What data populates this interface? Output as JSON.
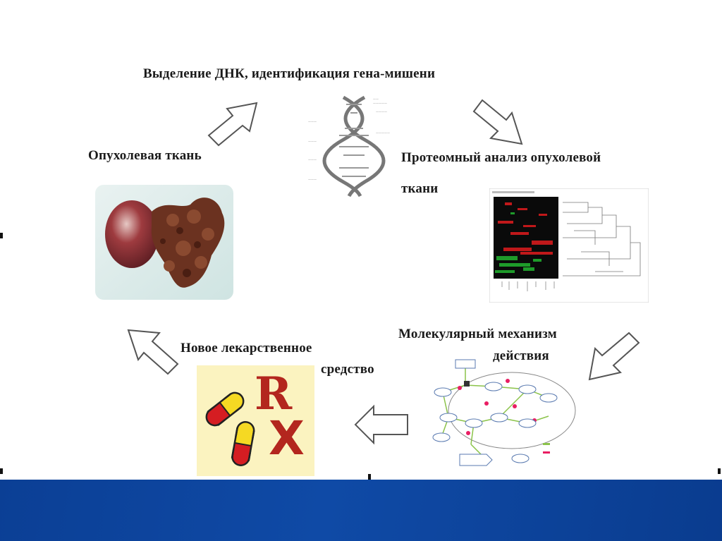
{
  "labels": {
    "dna_isolation": "Выделение ДНК, идентификация гена-мишени",
    "tumor_tissue": "Опухолевая ткань",
    "proteomic_line1": "Протеомный анализ опухолевой",
    "proteomic_line2": "ткани",
    "molecular_line1": "Молекулярный механизм",
    "molecular_line2": "действия",
    "new_drug_line1": "Новое лекарственное",
    "new_drug_line2": "средство"
  },
  "rx": {
    "r": "R",
    "x": "X"
  },
  "colors": {
    "footer": "#0f4aa6",
    "arrow_stroke": "#555555",
    "rx_text": "#b3261e",
    "rx_bg": "#fbf3c0"
  }
}
